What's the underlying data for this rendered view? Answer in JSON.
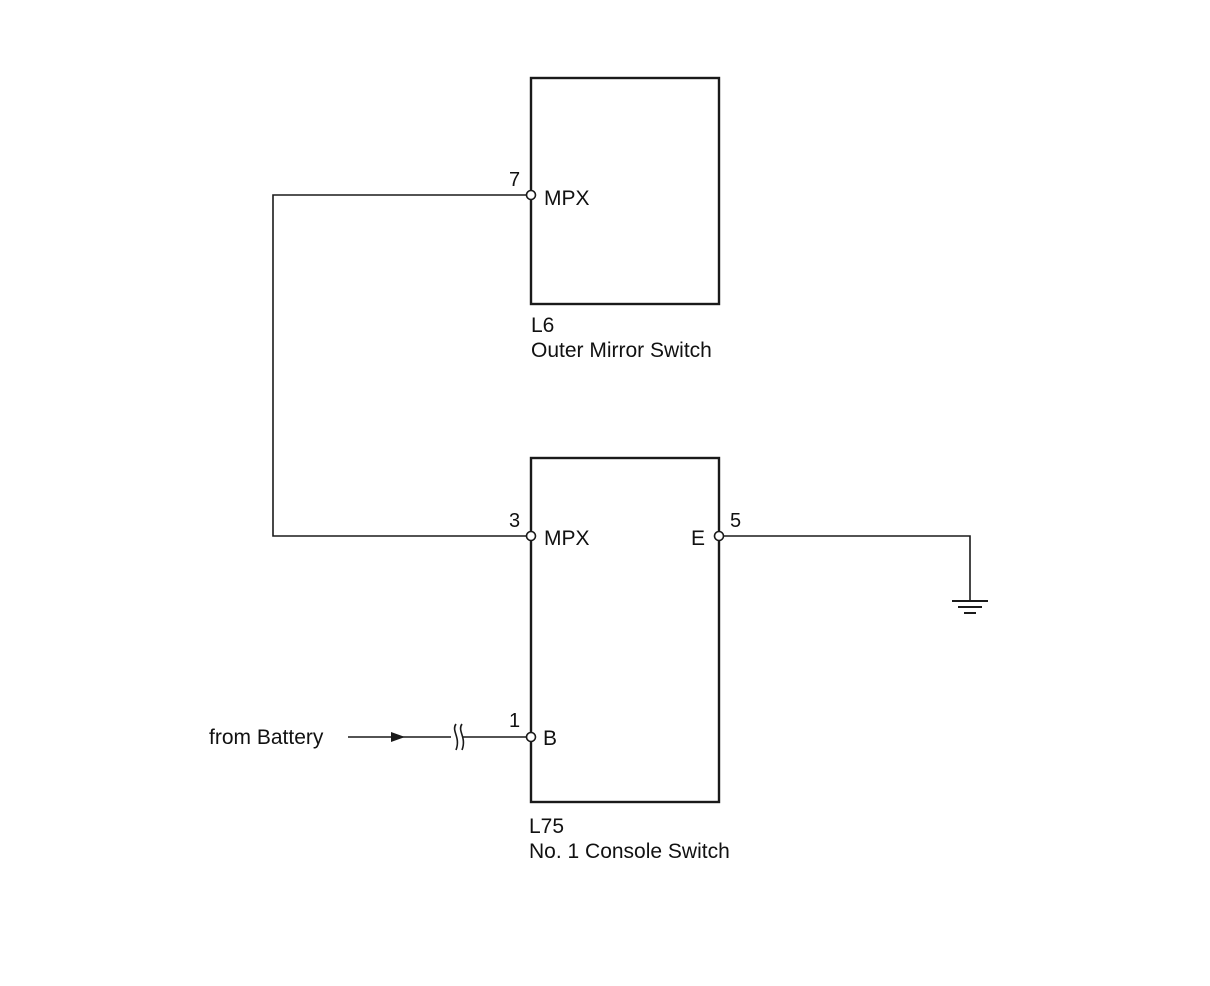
{
  "components": {
    "outer_mirror_switch": {
      "code": "L6",
      "name": "Outer Mirror Switch",
      "pins": {
        "mpx": {
          "number": "7",
          "label": "MPX"
        }
      }
    },
    "console_switch": {
      "code": "L75",
      "name": "No. 1 Console Switch",
      "pins": {
        "mpx": {
          "number": "3",
          "label": "MPX"
        },
        "e": {
          "number": "5",
          "label": "E"
        },
        "b": {
          "number": "1",
          "label": "B"
        }
      }
    }
  },
  "battery_label": "from Battery",
  "symbols": [
    "ground-symbol",
    "arrow-icon",
    "wire-break-icon"
  ]
}
